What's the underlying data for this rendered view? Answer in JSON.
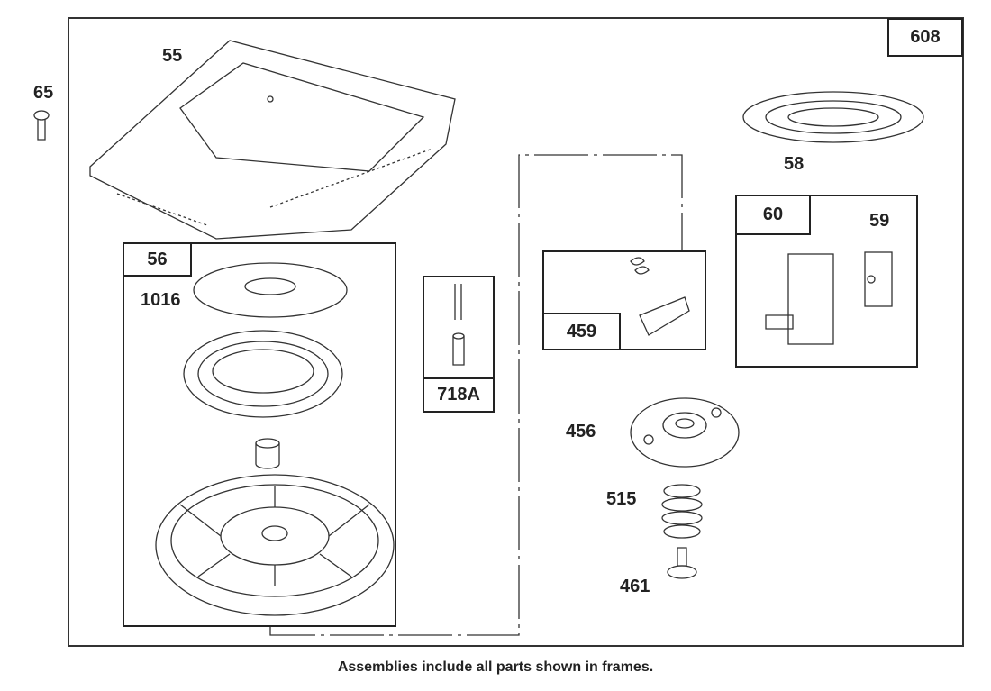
{
  "frame_label": "608",
  "parts": {
    "p55": "55",
    "p65": "65",
    "p58": "58",
    "p1016": "1016",
    "p59": "59",
    "p456": "456",
    "p515": "515",
    "p461": "461"
  },
  "frames": {
    "f56": "56",
    "f718a": "718A",
    "f459": "459",
    "f60": "60"
  },
  "caption": "Assemblies include all parts shown in frames."
}
